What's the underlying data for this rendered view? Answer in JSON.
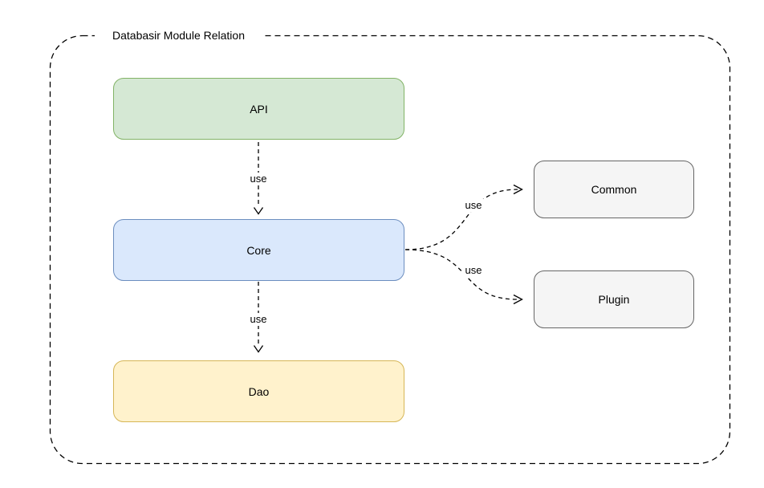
{
  "diagram": {
    "title": "Databasir Module Relation",
    "line_color": "#000000",
    "nodes": [
      {
        "id": "api",
        "label": "API",
        "fill": "#d5e8d4",
        "border": "#82b366"
      },
      {
        "id": "core",
        "label": "Core",
        "fill": "#dae8fc",
        "border": "#6c8ebf"
      },
      {
        "id": "dao",
        "label": "Dao",
        "fill": "#fff2cc",
        "border": "#d6b656"
      },
      {
        "id": "common",
        "label": "Common",
        "fill": "#f5f5f5",
        "border": "#666666"
      },
      {
        "id": "plugin",
        "label": "Plugin",
        "fill": "#f5f5f5",
        "border": "#666666"
      }
    ],
    "edges": [
      {
        "from": "API",
        "to": "Core",
        "label": "use",
        "style": "dashed-open-arrow"
      },
      {
        "from": "Core",
        "to": "Dao",
        "label": "use",
        "style": "dashed-open-arrow"
      },
      {
        "from": "Core",
        "to": "Common",
        "label": "use",
        "style": "dashed-open-arrow-curved"
      },
      {
        "from": "Core",
        "to": "Plugin",
        "label": "use",
        "style": "dashed-open-arrow-curved"
      }
    ]
  }
}
